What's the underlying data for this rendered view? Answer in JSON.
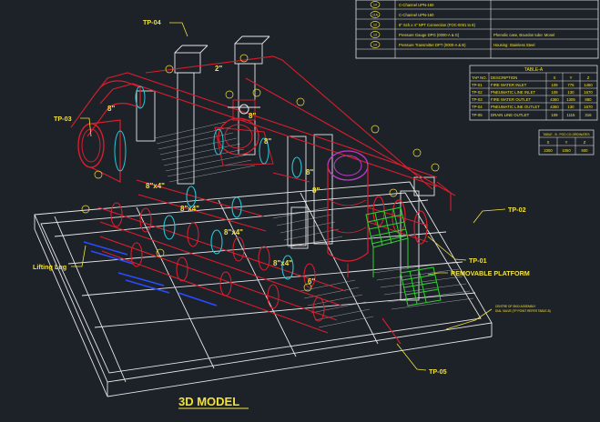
{
  "bom": {
    "rows": [
      {
        "no": "14",
        "desc": "C-Channel UPN-160",
        "material": ""
      },
      {
        "no": "11A",
        "desc": "C-Channel UPN-160",
        "material": ""
      },
      {
        "no": "12",
        "desc": "8\" Sch.x 4\" NPT Connection (FOC-0001 to 8)",
        "material": ""
      },
      {
        "no": "13",
        "desc": "Pressure Gauge DPG (0000-A & G)",
        "material": "Phenolic case, Bourdon tube: Monel"
      },
      {
        "no": "14",
        "desc": "Pressure Transmitter DPT (0000-A & B)",
        "material": "Housing: Stainless Steel"
      }
    ]
  },
  "table_a": {
    "title": "TABLE-A",
    "headers": [
      "TAP NO.",
      "DESCRIPTION",
      "X",
      "Y",
      "Z"
    ],
    "rows": [
      [
        "TP-01",
        "FIRE WATER INLET",
        "109",
        "775",
        "1460"
      ],
      [
        "TP-02",
        "PNEUMATIC LINE INLET",
        "109",
        "130",
        "1670"
      ],
      [
        "TP-03",
        "FIRE WATER OUTLET",
        "4360",
        "1305",
        "880"
      ],
      [
        "TP-04",
        "PNEUMATIC LINE OUTLET",
        "4360",
        "130",
        "1670"
      ],
      [
        "TP-05",
        "DRAIN LINE OUTLET",
        "109",
        "1115",
        "316"
      ]
    ]
  },
  "table_b": {
    "title": "TABLE - B : POD CO-ORDINATES",
    "headers": [
      "X",
      "Y",
      "Z"
    ],
    "values": [
      "2300",
      "1050",
      "600"
    ]
  },
  "labels": {
    "tp01": "TP-01",
    "tp02": "TP-02",
    "tp03": "TP-03",
    "tp04": "TP-04",
    "tp05": "TP-05",
    "lifting_lug": "Lifting Lug",
    "removable_platform": "REMOVABLE PLATFORM",
    "cog_note_1": "CENTRE OF SKID ASSEMBLY",
    "cog_note_2": "DIAL VALVE (TP POINT REFER TABLE-B)",
    "size_8_a": "8\"",
    "size_8_b": "8\"",
    "size_8_c": "8\"",
    "size_8_d": "8\"",
    "size_8x4_a": "8\"x4\"",
    "size_8x4_b": "8\"x4\"",
    "size_8x4_c": "8\"x4\"",
    "size_8x4_d": "8\"x4\"",
    "size_8_e": "8\"",
    "size_6": "6\"",
    "size_2": "2\""
  },
  "title": "3D MODEL",
  "colors": {
    "background": "#1d2229",
    "pipe": "#d81e2c",
    "steel": "#e6e6e6",
    "label": "#f2e23a",
    "platform": "#2fd12f",
    "flange_ring": "#25c8d8",
    "magenta": "#c03ac8",
    "blue": "#2a4cff"
  }
}
